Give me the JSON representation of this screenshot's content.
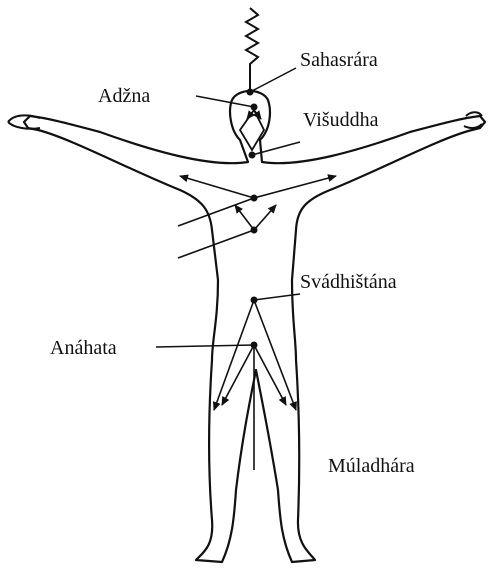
{
  "labels": {
    "sahasrara": "Sahasrára",
    "adzna": "Adžna",
    "visuddha": "Višuddha",
    "svadhistana": "Svádhištána",
    "anahata": "Anáhata",
    "muladhara": "Múladhára"
  },
  "colors": {
    "line": "#111111",
    "background": "#ffffff"
  }
}
